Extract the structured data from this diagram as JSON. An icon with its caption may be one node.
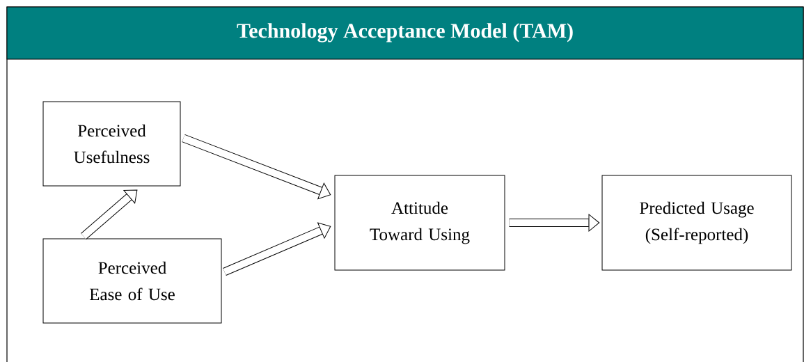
{
  "diagram": {
    "title": "Technology Acceptance Model (TAM)",
    "nodes": [
      {
        "text": [
          "Perceived Usefulness"
        ]
      },
      {
        "text": [
          "Perceived Ease of Use"
        ]
      },
      {
        "text": [
          "Attitude Toward Using"
        ]
      },
      {
        "text": [
          "Predicted Usage (Self-reported)"
        ]
      }
    ],
    "edges": [
      {
        "from": 0,
        "to": 2,
        "arrow": "to"
      },
      {
        "from": 1,
        "to": 0,
        "arrow": "to"
      },
      {
        "from": 1,
        "to": 2,
        "arrow": "to"
      },
      {
        "from": 2,
        "to": 3,
        "arrow": "to"
      }
    ]
  }
}
